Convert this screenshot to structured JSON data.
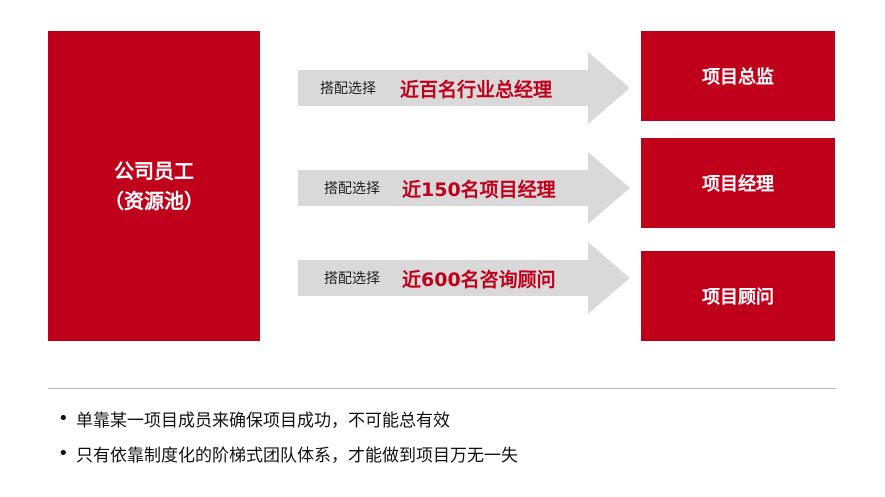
{
  "colors": {
    "accent": "#c0001a",
    "arrow_fill": "#d9d9d9",
    "text": "#111111"
  },
  "source": {
    "line1": "公司员工",
    "line2": "（资源池）"
  },
  "rows": [
    {
      "pair_label": "搭配选择",
      "count_label": "近百名行业总经理",
      "target": "项目总监"
    },
    {
      "pair_label": "搭配选择",
      "count_label": "近150名项目经理",
      "target": "项目经理"
    },
    {
      "pair_label": "搭配选择",
      "count_label": "近600名咨询顾问",
      "target": "项目顾问"
    }
  ],
  "bullets": [
    "单靠某一项目成员来确保项目成功，不可能总有效",
    "只有依靠制度化的阶梯式团队体系，才能做到项目万无一失"
  ],
  "bullet_symbol": "•"
}
